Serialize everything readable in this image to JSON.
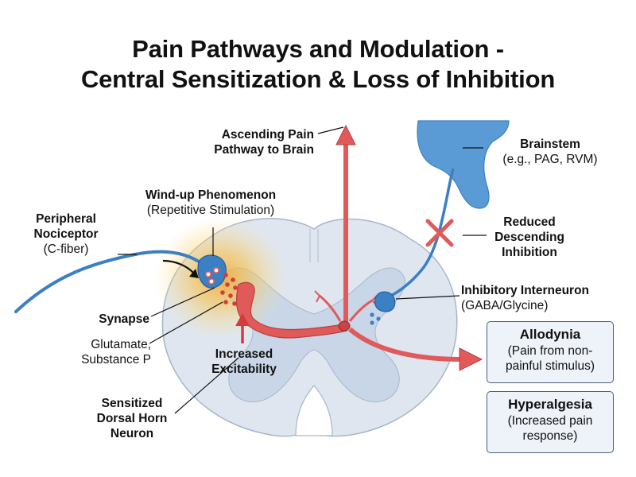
{
  "title": {
    "line1": "Pain Pathways and Modulation -",
    "line2": "Central Sensitization & Loss of Inhibition"
  },
  "labels": {
    "ascending": {
      "line1": "Ascending Pain",
      "line2": "Pathway to Brain"
    },
    "brainstem": {
      "name": "Brainstem",
      "detail": "(e.g., PAG, RVM)"
    },
    "windup": {
      "name": "Wind-up Phenomenon",
      "detail": "(Repetitive Stimulation)"
    },
    "nociceptor": {
      "line1": "Peripheral",
      "line2": "Nociceptor",
      "detail": "(C-fiber)"
    },
    "reduced": {
      "line1": "Reduced",
      "line2": "Descending",
      "line3": "Inhibition"
    },
    "interneuron": {
      "name": "Inhibitory Interneuron",
      "detail": "(GABA/Glycine)"
    },
    "synapse": {
      "name": "Synapse"
    },
    "transmitters": {
      "line1": "Glutamate,",
      "line2": "Substance P"
    },
    "excitability": {
      "line1": "Increased",
      "line2": "Excitability"
    },
    "sensitized": {
      "line1": "Sensitized",
      "line2": "Dorsal Horn",
      "line3": "Neuron"
    }
  },
  "outcomes": {
    "allodynia": {
      "name": "Allodynia",
      "line1": "(Pain from non-",
      "line2": "painful stimulus)"
    },
    "hyperalgesia": {
      "name": "Hyperalgesia",
      "line1": "(Increased pain",
      "line2": "response)"
    }
  },
  "colors": {
    "excitatory": "#e05a5a",
    "inhibitory": "#3b7fc4",
    "cord": "#dfe6f0",
    "grey_matter": "#c8d6e8",
    "glow": "#f7b733"
  }
}
